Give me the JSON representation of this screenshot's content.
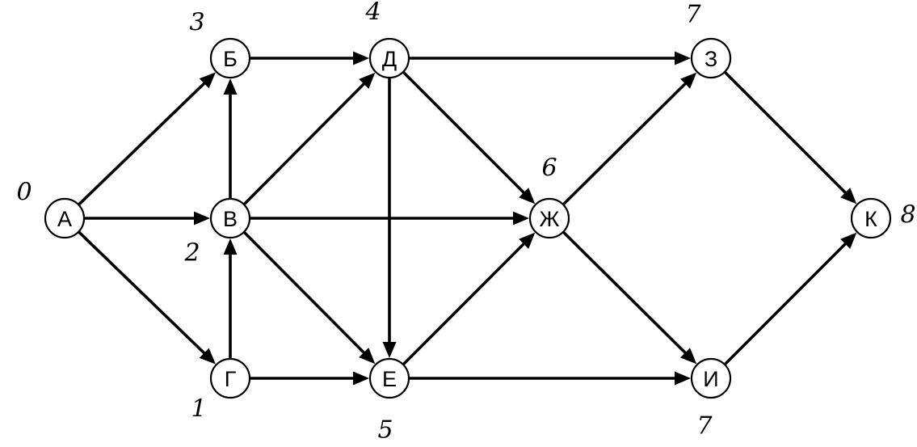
{
  "diagram": {
    "type": "directed-graph",
    "nodes": [
      {
        "id": "A",
        "label": "А",
        "number": "0"
      },
      {
        "id": "B",
        "label": "Б",
        "number": "3"
      },
      {
        "id": "V",
        "label": "В",
        "number": "2"
      },
      {
        "id": "G",
        "label": "Г",
        "number": "1"
      },
      {
        "id": "D",
        "label": "Д",
        "number": "4"
      },
      {
        "id": "E",
        "label": "Е",
        "number": "5"
      },
      {
        "id": "ZH",
        "label": "Ж",
        "number": "6"
      },
      {
        "id": "Z",
        "label": "З",
        "number": "7"
      },
      {
        "id": "I",
        "label": "И",
        "number": "7"
      },
      {
        "id": "K",
        "label": "К",
        "number": "8"
      }
    ],
    "edges": [
      {
        "from": "A",
        "to": "B"
      },
      {
        "from": "A",
        "to": "V"
      },
      {
        "from": "A",
        "to": "G"
      },
      {
        "from": "G",
        "to": "V"
      },
      {
        "from": "V",
        "to": "B"
      },
      {
        "from": "B",
        "to": "D"
      },
      {
        "from": "V",
        "to": "D"
      },
      {
        "from": "V",
        "to": "ZH"
      },
      {
        "from": "V",
        "to": "E"
      },
      {
        "from": "G",
        "to": "E"
      },
      {
        "from": "D",
        "to": "E"
      },
      {
        "from": "D",
        "to": "ZH"
      },
      {
        "from": "D",
        "to": "Z"
      },
      {
        "from": "E",
        "to": "ZH"
      },
      {
        "from": "E",
        "to": "I"
      },
      {
        "from": "ZH",
        "to": "Z"
      },
      {
        "from": "ZH",
        "to": "I"
      },
      {
        "from": "Z",
        "to": "K"
      },
      {
        "from": "I",
        "to": "K"
      }
    ]
  }
}
